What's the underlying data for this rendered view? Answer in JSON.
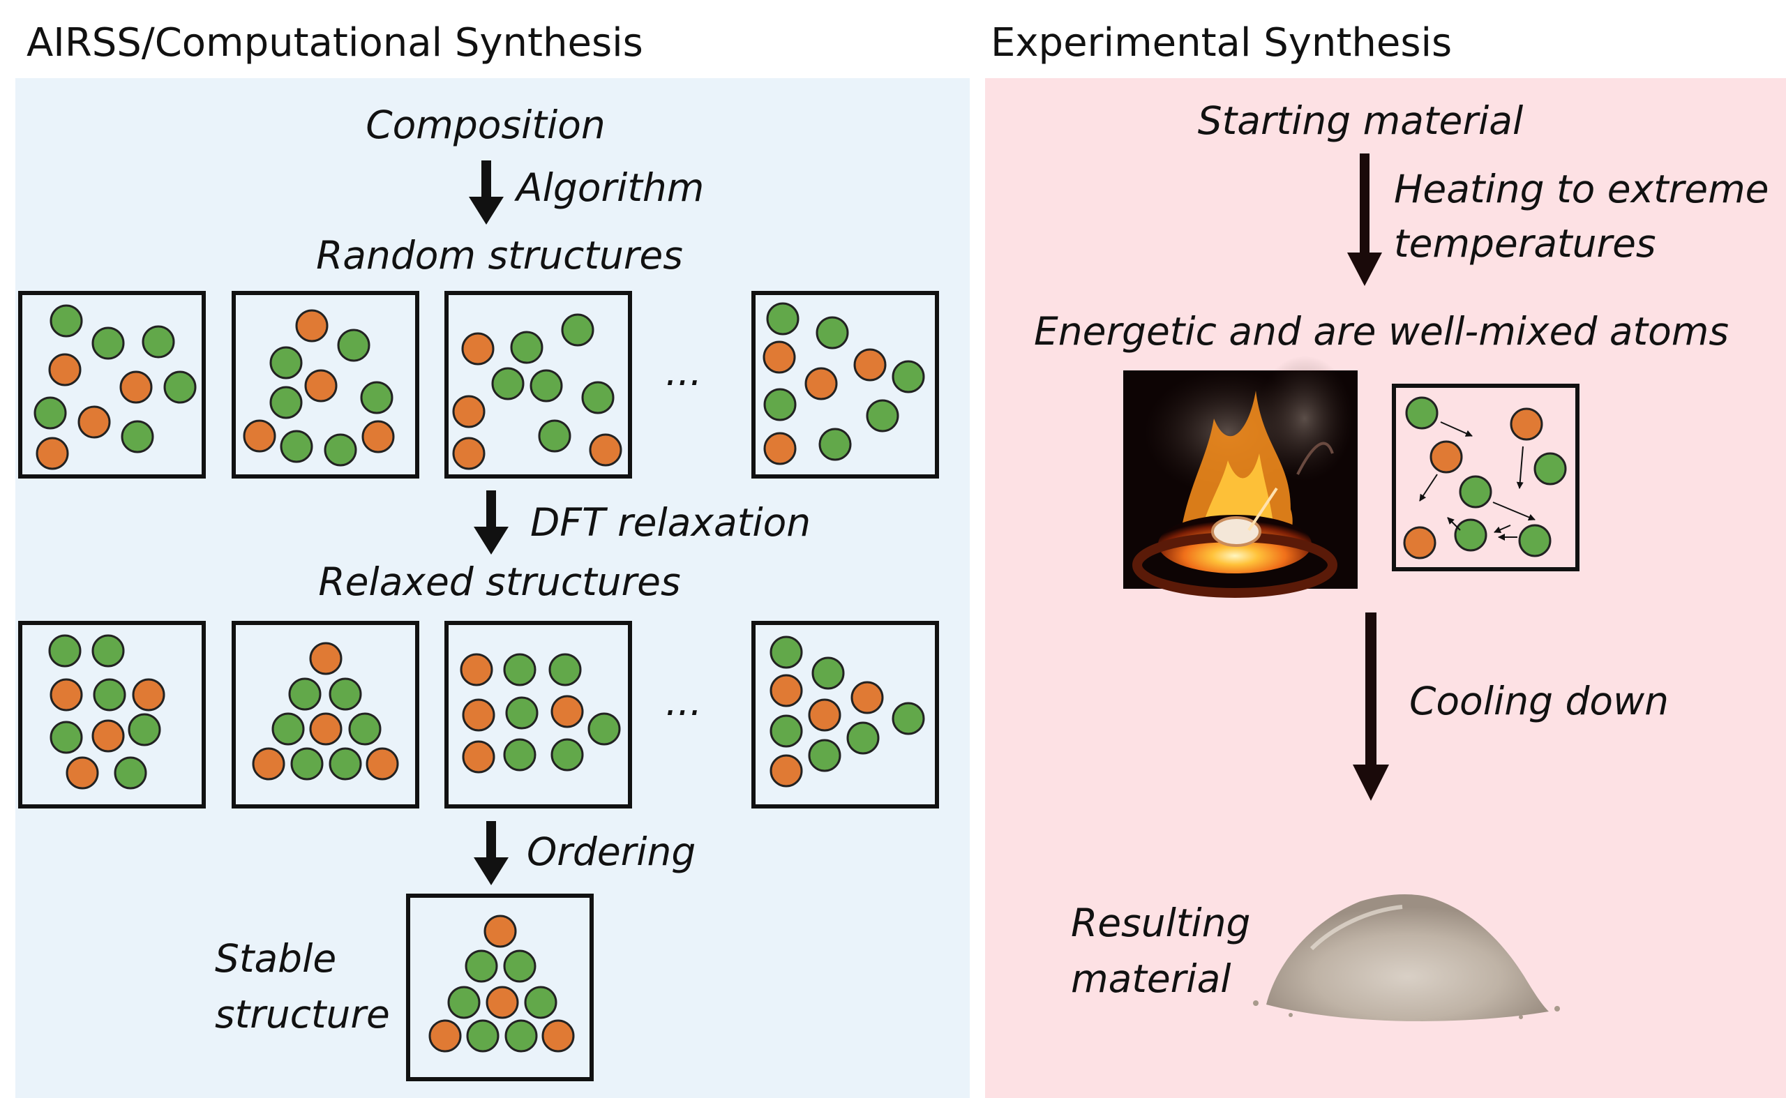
{
  "panels": {
    "left": {
      "title": "AIRSS/Computational Synthesis",
      "background": "#eaf3fa",
      "labels": {
        "composition": "Composition",
        "algorithm": "Algorithm",
        "random": "Random structures",
        "dft": "DFT relaxation",
        "relaxed": "Relaxed structures",
        "ordering": "Ordering",
        "stable_1": "Stable",
        "stable_2": "structure",
        "ellipsis": "..."
      }
    },
    "right": {
      "title": "Experimental Synthesis",
      "background": "#fde1e4",
      "labels": {
        "starting": "Starting material",
        "heating_1": "Heating to extreme",
        "heating_2": "temperatures",
        "energetic": "Energetic and are well-mixed atoms",
        "cooling": "Cooling down",
        "resulting_1": "Resulting",
        "resulting_2": "material"
      }
    }
  },
  "colors": {
    "atom_orange": "#e07a34",
    "atom_green": "#62a84a",
    "arrow": "#111111",
    "arrow_right": "#1a0a0a"
  },
  "icons": [
    "crucible-fire-photo",
    "powder-pile-photo"
  ]
}
